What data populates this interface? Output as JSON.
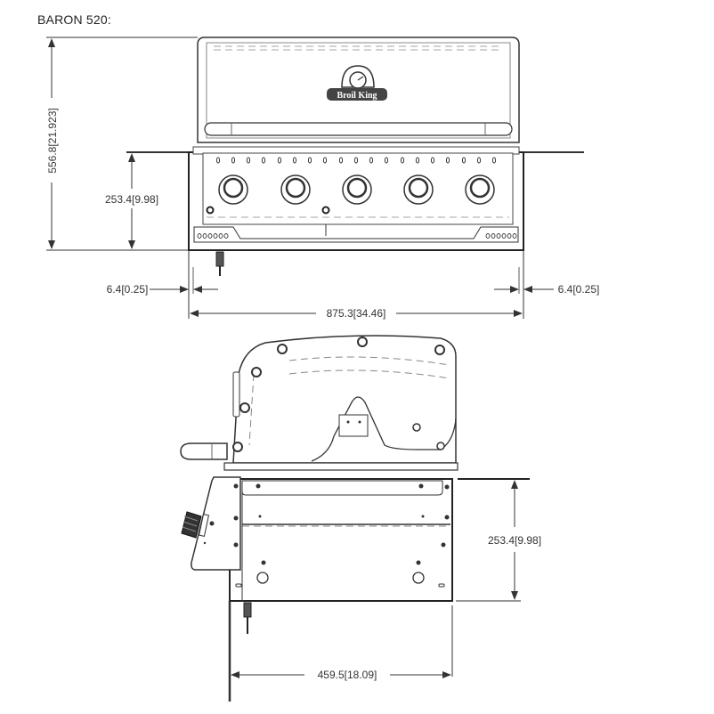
{
  "title": "BARON 520:",
  "brand_logo_text": "Broil King",
  "front_view": {
    "overall_height": {
      "mm": "556.8",
      "in": "21.923"
    },
    "cutout_height": {
      "mm": "253.4",
      "in": "9.98"
    },
    "side_clearance_left": {
      "mm": "6.4",
      "in": "0.25"
    },
    "side_clearance_right": {
      "mm": "6.4",
      "in": "0.25"
    },
    "cutout_width": {
      "mm": "875.3",
      "in": "34.46"
    },
    "burner_knobs": 5
  },
  "side_view": {
    "cutout_height": {
      "mm": "253.4",
      "in": "9.98"
    },
    "cutout_depth": {
      "mm": "459.5",
      "in": "18.09"
    }
  },
  "labels": {
    "overall_height": "556.8[21.923]",
    "front_cutout_height": "253.4[9.98]",
    "left_clearance": "6.4[0.25]",
    "right_clearance": "6.4[0.25]",
    "cutout_width": "875.3[34.46]",
    "side_cutout_height": "253.4[9.98]",
    "cutout_depth": "459.5[18.09]"
  }
}
